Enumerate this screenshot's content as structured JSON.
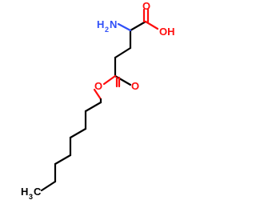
{
  "molecule": {
    "atom_labels": {
      "amine_main": "H",
      "amine_sub": "2",
      "amine_N": "N",
      "acid_oxygen_OH": "OH",
      "acid_carbonyl_O": "O",
      "ester_ether_O": "O",
      "ester_carbonyl_O": "O",
      "terminal_methyl_main": "H",
      "terminal_methyl_sub": "3",
      "terminal_methyl_C": "C"
    },
    "colors": {
      "carbon": "#000000",
      "oxygen": "#ff0d0d",
      "nitrogen": "#3050f8"
    }
  }
}
